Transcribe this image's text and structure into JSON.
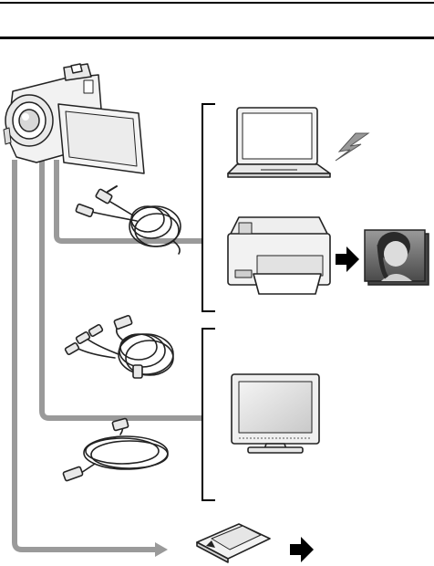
{
  "diagram": {
    "nodes": [
      {
        "id": "camcorder",
        "icon": "camcorder-icon"
      },
      {
        "id": "stereo-cable",
        "icon": "stereo-cable-icon"
      },
      {
        "id": "av-cable",
        "icon": "av-cable-icon"
      },
      {
        "id": "usb-cable",
        "icon": "usb-cable-icon"
      },
      {
        "id": "laptop",
        "icon": "laptop-icon"
      },
      {
        "id": "printer",
        "icon": "printer-icon"
      },
      {
        "id": "printed-photo",
        "icon": "portrait-photo-icon"
      },
      {
        "id": "tv-monitor",
        "icon": "tv-monitor-icon"
      },
      {
        "id": "sd-card",
        "icon": "sd-card-icon"
      }
    ],
    "colors": {
      "connector": "#9a9a9a",
      "bracket": "#000000",
      "device_body": "#f2f2f2",
      "screen": "#e4e4e4",
      "outline": "#222222"
    }
  }
}
